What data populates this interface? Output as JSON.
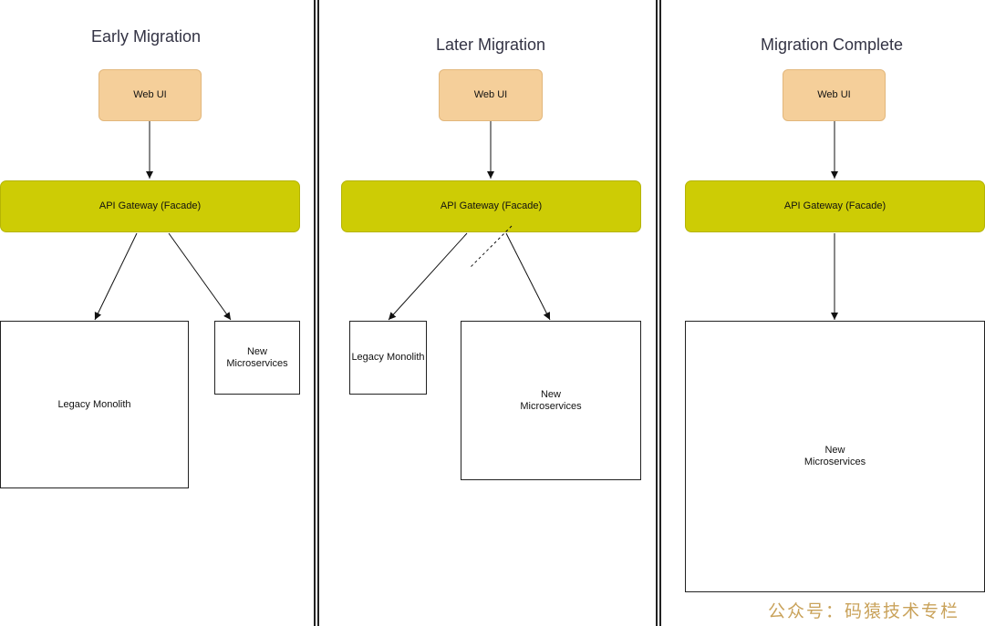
{
  "panels": [
    {
      "title": "Early Migration",
      "web_ui": "Web UI",
      "gateway": "API Gateway (Facade)",
      "boxes": [
        "Legacy Monolith",
        "New\nMicroservices"
      ]
    },
    {
      "title": "Later Migration",
      "web_ui": "Web UI",
      "gateway": "API Gateway (Facade)",
      "boxes": [
        "Legacy Monolith",
        "New\nMicroservices"
      ]
    },
    {
      "title": "Migration Complete",
      "web_ui": "Web UI",
      "gateway": "API Gateway (Facade)",
      "boxes": [
        "New\nMicroservices"
      ]
    }
  ],
  "colors": {
    "web_ui": "#f5cf9a",
    "gateway": "#cdcc05",
    "watermark": "#c9a25a"
  },
  "watermark": "公众号：码猿技术专栏"
}
